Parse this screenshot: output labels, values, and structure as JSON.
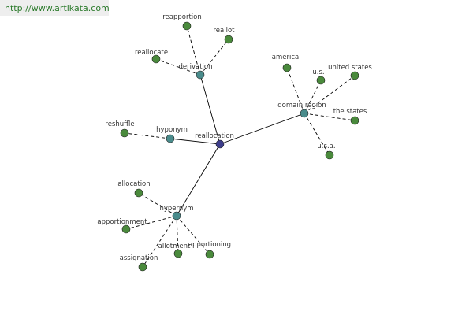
{
  "watermark": {
    "text": "http://www.artikata.com"
  },
  "colors": {
    "center_node": "#3d3d8c",
    "relation_node": "#4a8c8c",
    "leaf_node": "#4a8a3c",
    "node_stroke": "#222222",
    "edge": "#000000"
  },
  "graph": {
    "center": {
      "label": "reallocation"
    },
    "relations": [
      {
        "label": "derivation",
        "terms": [
          "reapportion",
          "reallot",
          "reallocate"
        ]
      },
      {
        "label": "domain region",
        "terms": [
          "america",
          "u.s.",
          "united states",
          "the states",
          "u.s.a."
        ]
      },
      {
        "label": "hyponym",
        "terms": [
          "reshuffle"
        ]
      },
      {
        "label": "hypernym",
        "terms": [
          "allocation",
          "apportionment",
          "assignation",
          "allotment",
          "apportioning"
        ]
      }
    ]
  }
}
